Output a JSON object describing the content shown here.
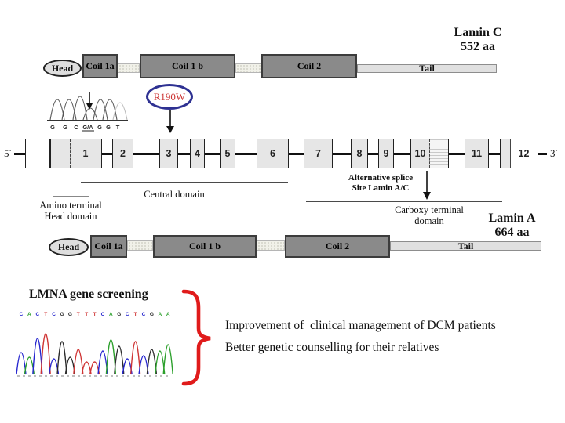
{
  "lamin_c": {
    "name": "Lamin C",
    "length": "552 aa"
  },
  "lamin_a": {
    "name": "Lamin A",
    "length": "664 aa"
  },
  "protein_domains": {
    "head": "Head",
    "coil1a": "Coil 1a",
    "coil1b": "Coil 1 b",
    "coil2": "Coil 2",
    "tail": "Tail"
  },
  "mutation": {
    "label": "R190W"
  },
  "mini_chromatogram": {
    "bases": [
      "G",
      "G",
      "C",
      "G/A",
      "G",
      "G",
      "T"
    ],
    "highlighted_index": 3
  },
  "gene_map": {
    "five_prime": "5´",
    "three_prime": "3´",
    "exons": [
      "1",
      "2",
      "3",
      "4",
      "5",
      "6",
      "7",
      "8",
      "9",
      "10",
      "11",
      "12"
    ]
  },
  "annotations": {
    "amino_terminal": [
      "Amino terminal",
      "Head domain"
    ],
    "central": "Central domain",
    "alt_splice": [
      "Alternative splice",
      "Site Lamin A/C"
    ],
    "carboxy": [
      "Carboxy terminal",
      "domain"
    ]
  },
  "screening": {
    "title": "LMNA gene screening",
    "sequence": "CACTCGGTTTCAGCTCGAA"
  },
  "outcomes": [
    "Improvement of  clinical management of DCM patients",
    "Better genetic counselling for their relatives"
  ],
  "colors": {
    "coil_fill": "#8a8a8a",
    "tail_fill": "#e0e0e0",
    "head_fill": "#dedede",
    "exon_fill": "#e6e6e6",
    "mutation_ring": "#2e3192",
    "mutation_text": "#cc3333",
    "brace": "#e01b1b",
    "arrow": "#111111",
    "base_colors": {
      "A": "#2ca02c",
      "C": "#2626cf",
      "G": "#2b2b2b",
      "T": "#cf3535"
    }
  }
}
